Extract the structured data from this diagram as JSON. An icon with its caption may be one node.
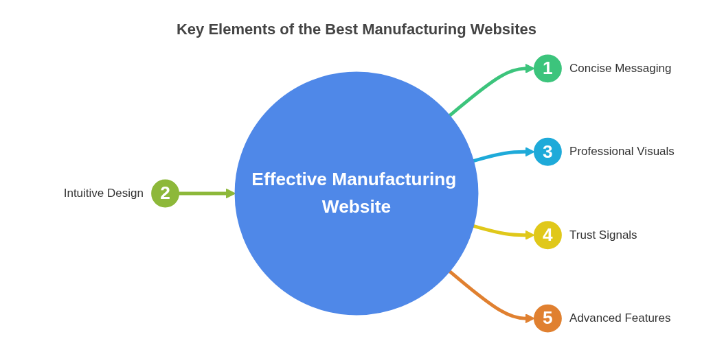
{
  "diagram": {
    "title": "Key Elements of the Best Manufacturing Websites",
    "nodes": [
      {
        "text": [
          "Effective Manufacturing Website"
        ]
      },
      {
        "text": [
          "1"
        ],
        "beside": [
          "Concise Messaging"
        ]
      },
      {
        "text": [
          "2"
        ],
        "beside": [
          "Intuitive Design"
        ]
      },
      {
        "text": [
          "3"
        ],
        "beside": [
          "Professional Visuals"
        ]
      },
      {
        "text": [
          "4"
        ],
        "beside": [
          "Trust Signals"
        ]
      },
      {
        "text": [
          "5"
        ],
        "beside": [
          "Advanced Features"
        ]
      }
    ],
    "edges": [
      {
        "from": 0,
        "to": 1,
        "arrow": "to",
        "color": "#3cc47c"
      },
      {
        "from": 2,
        "to": 0,
        "arrow": "to",
        "color": "#8db83a"
      },
      {
        "from": 0,
        "to": 3,
        "arrow": "to",
        "color": "#1eaad9"
      },
      {
        "from": 0,
        "to": 4,
        "arrow": "to",
        "color": "#e0c81a"
      },
      {
        "from": 0,
        "to": 5,
        "arrow": "to",
        "color": "#e08030"
      }
    ]
  }
}
